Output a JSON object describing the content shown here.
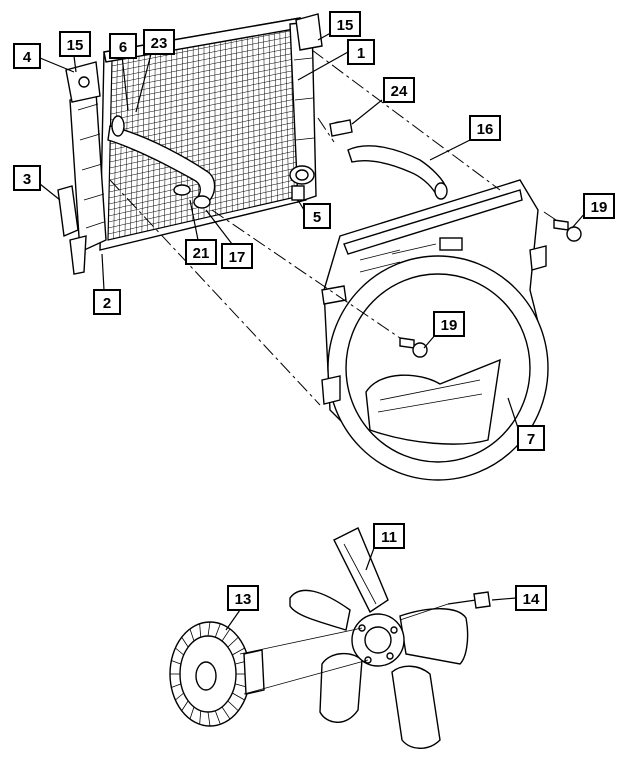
{
  "callouts": [
    {
      "id": "c1",
      "label": "1"
    },
    {
      "id": "c2",
      "label": "2"
    },
    {
      "id": "c3",
      "label": "3"
    },
    {
      "id": "c4",
      "label": "4"
    },
    {
      "id": "c5",
      "label": "5"
    },
    {
      "id": "c6",
      "label": "6"
    },
    {
      "id": "c7",
      "label": "7"
    },
    {
      "id": "c11",
      "label": "11"
    },
    {
      "id": "c13",
      "label": "13"
    },
    {
      "id": "c14",
      "label": "14"
    },
    {
      "id": "c15a",
      "label": "15"
    },
    {
      "id": "c15b",
      "label": "15"
    },
    {
      "id": "c16",
      "label": "16"
    },
    {
      "id": "c17",
      "label": "17"
    },
    {
      "id": "c19a",
      "label": "19"
    },
    {
      "id": "c19b",
      "label": "19"
    },
    {
      "id": "c21",
      "label": "21"
    },
    {
      "id": "c23",
      "label": "23"
    },
    {
      "id": "c24",
      "label": "24"
    }
  ]
}
